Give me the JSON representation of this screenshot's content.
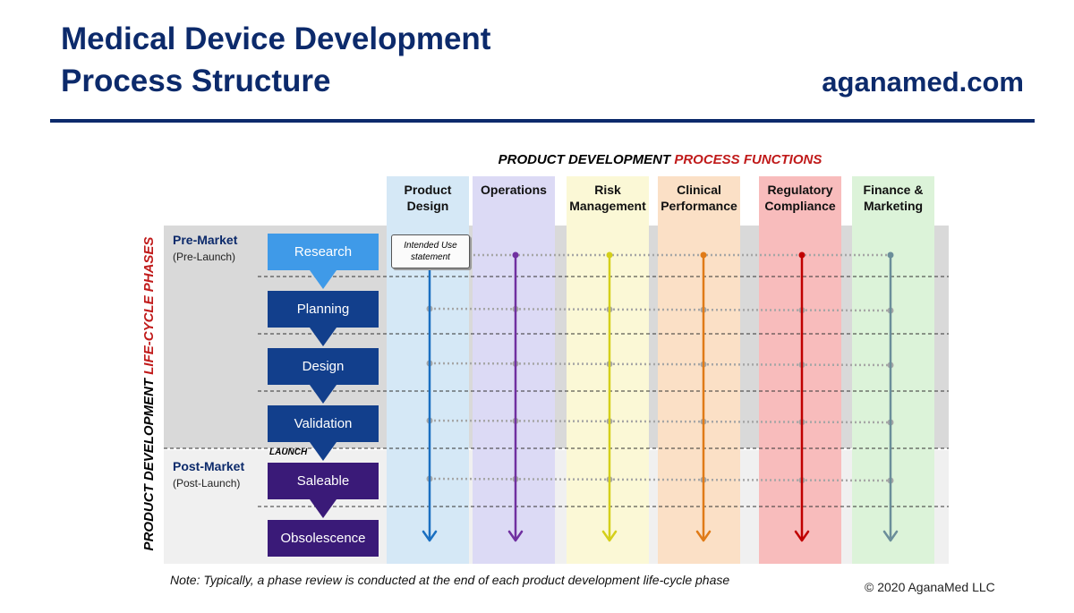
{
  "header": {
    "title_line1": "Medical Device Development",
    "title_line2": "Process Structure",
    "site": "aganamed.com"
  },
  "diagram": {
    "heading_part1": "PRODUCT DEVELOPMENT ",
    "heading_part2": "PROCESS FUNCTIONS",
    "side_label_part1": "PRODUCT DEVELOPMENT ",
    "side_label_part2": "LIFE-CYCLE PHASES",
    "functions": [
      {
        "line1": "Product",
        "line2": "Design",
        "bg": "#d5e8f6",
        "color": "#1a6fc1"
      },
      {
        "line1": "Operations",
        "line2": "",
        "bg": "#dcdaf5",
        "color": "#7030a0"
      },
      {
        "line1": "Risk",
        "line2": "Management",
        "bg": "#fbf8d6",
        "color": "#d4cf1a"
      },
      {
        "line1": "Clinical",
        "line2": "Performance",
        "bg": "#fbe0c6",
        "color": "#e07b17"
      },
      {
        "line1": "Regulatory",
        "line2": "Compliance",
        "bg": "#f8bcbc",
        "color": "#c00000"
      },
      {
        "line1": "Finance &",
        "line2": "Marketing",
        "bg": "#dcf3d9",
        "color": "#6b8e9a"
      }
    ],
    "groups": {
      "pre_title": "Pre-Market",
      "pre_sub": "(Pre-Launch)",
      "post_title": "Post-Market",
      "post_sub": "(Post-Launch)"
    },
    "phases": [
      {
        "label": "Research",
        "color": "#3f9ae8"
      },
      {
        "label": "Planning",
        "color": "#123f8c"
      },
      {
        "label": "Design",
        "color": "#123f8c"
      },
      {
        "label": "Validation",
        "color": "#123f8c"
      },
      {
        "label": "Saleable",
        "color": "#3a1a78"
      },
      {
        "label": "Obsolescence",
        "color": "#3a1a78"
      }
    ],
    "launch_label": "LAUNCH",
    "scroll_line1": "Intended Use",
    "scroll_line2": "statement"
  },
  "footer": {
    "note": "Note: Typically, a phase review is conducted at the end of each product development life-cycle phase",
    "copyright": "© 2020 AganaMed LLC"
  }
}
